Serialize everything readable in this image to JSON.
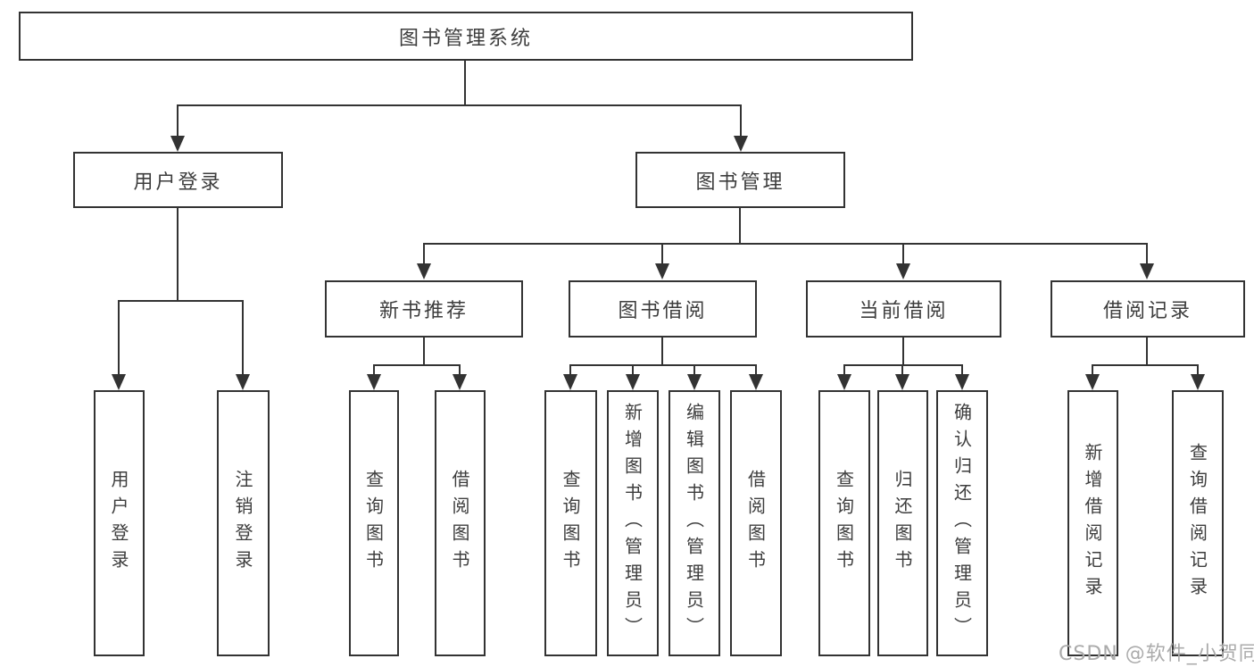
{
  "diagram": {
    "root": {
      "label": "图书管理系统"
    },
    "level2": [
      {
        "label": "用户登录"
      },
      {
        "label": "图书管理"
      }
    ],
    "level3": [
      {
        "label": "新书推荐"
      },
      {
        "label": "图书借阅"
      },
      {
        "label": "当前借阅"
      },
      {
        "label": "借阅记录"
      }
    ],
    "leaves": [
      {
        "label": "用户登录"
      },
      {
        "label": "注销登录"
      },
      {
        "label": "查询图书"
      },
      {
        "label": "借阅图书"
      },
      {
        "label": "查询图书"
      },
      {
        "label": "新增图书（管理员）"
      },
      {
        "label": "编辑图书（管理员）"
      },
      {
        "label": "借阅图书"
      },
      {
        "label": "查询图书"
      },
      {
        "label": "归还图书"
      },
      {
        "label": "确认归还（管理员）"
      },
      {
        "label": "新增借阅记录"
      },
      {
        "label": "查询借阅记录"
      }
    ]
  },
  "colors": {
    "line": "#333333",
    "text": "#3d3d3d",
    "watermark": "#ababab",
    "background": "#ffffff"
  },
  "watermark": {
    "text": "CSDN @软件_小贺同学"
  }
}
